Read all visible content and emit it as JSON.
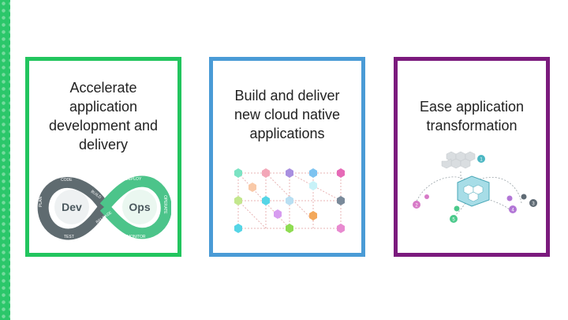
{
  "cards": [
    {
      "title": "Accelerate application development and delivery",
      "border_color": "#22c55e",
      "diagram": {
        "dev_label": "Dev",
        "ops_label": "Ops",
        "loop_labels": [
          "PLAN",
          "CODE",
          "BUILD",
          "TEST",
          "RELEASE",
          "DEPLOY",
          "OPERATE",
          "MONITOR"
        ]
      }
    },
    {
      "title": "Build and deliver new cloud native applications",
      "border_color": "#4a9bd6"
    },
    {
      "title": "Ease application transformation",
      "border_color": "#7b1a7d",
      "diagram": {
        "node_numbers": [
          "1",
          "2",
          "3",
          "4",
          "5"
        ]
      }
    }
  ]
}
